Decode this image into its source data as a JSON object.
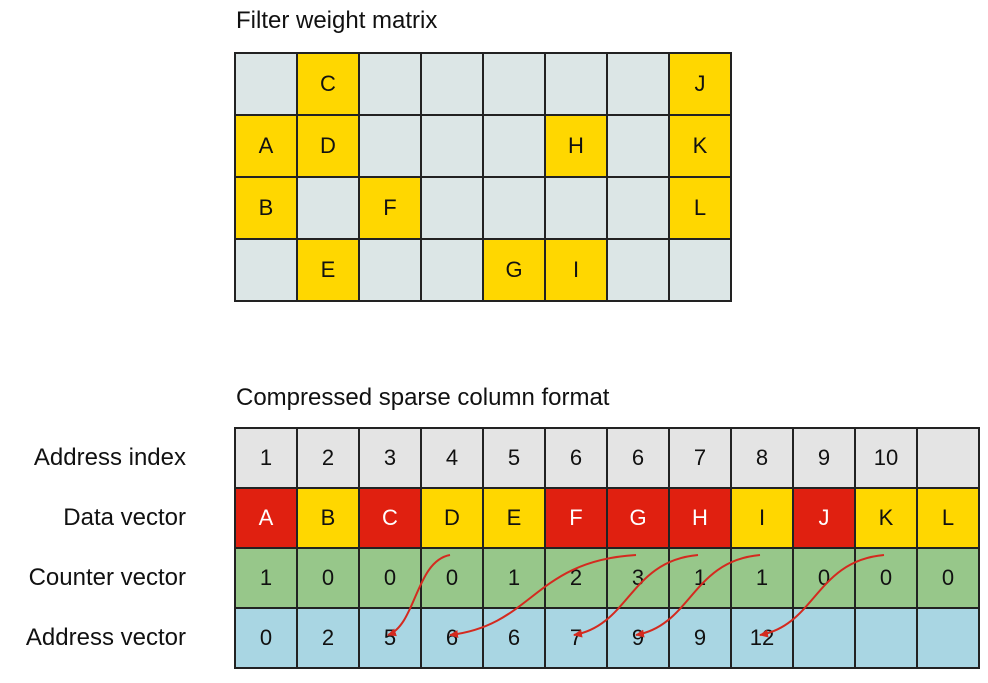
{
  "colors": {
    "empty": "#dce6e6",
    "filled": "#ffd700",
    "column_start": "#e02010",
    "index_row": "#e4e4e4",
    "counter_row": "#97c78a",
    "address_row": "#a9d6e3",
    "arrow": "#d42a1f"
  },
  "filter_matrix": {
    "title": "Filter weight matrix",
    "rows": [
      [
        "",
        "C",
        "",
        "",
        "",
        "",
        "",
        "J"
      ],
      [
        "A",
        "D",
        "",
        "",
        "",
        "H",
        "",
        "K"
      ],
      [
        "B",
        "",
        "F",
        "",
        "",
        "",
        "",
        "L"
      ],
      [
        "",
        "E",
        "",
        "",
        "G",
        "I",
        "",
        ""
      ]
    ]
  },
  "csc": {
    "title": "Compressed sparse column format",
    "rows": [
      {
        "label": "Address index",
        "kind": "index",
        "cells": [
          "1",
          "2",
          "3",
          "4",
          "5",
          "6",
          "6",
          "7",
          "8",
          "9",
          "10",
          ""
        ]
      },
      {
        "label": "Data vector",
        "kind": "data",
        "cells": [
          "A",
          "B",
          "C",
          "D",
          "E",
          "F",
          "G",
          "H",
          "I",
          "J",
          "K",
          "L"
        ],
        "column_start": [
          true,
          false,
          true,
          false,
          false,
          true,
          true,
          true,
          false,
          true,
          false,
          false
        ]
      },
      {
        "label": "Counter vector",
        "kind": "counter",
        "cells": [
          "1",
          "0",
          "0",
          "0",
          "1",
          "2",
          "3",
          "1",
          "1",
          "0",
          "0",
          "0"
        ]
      },
      {
        "label": "Address vector",
        "kind": "address",
        "cells": [
          "0",
          "2",
          "5",
          "6",
          "6",
          "7",
          "9",
          "9",
          "12",
          "",
          "",
          ""
        ]
      }
    ],
    "arrows": [
      {
        "from": 3,
        "to": 2
      },
      {
        "from": 6,
        "to": 3
      },
      {
        "from": 7,
        "to": 5
      },
      {
        "from": 8,
        "to": 6
      },
      {
        "from": 10,
        "to": 8
      }
    ]
  }
}
